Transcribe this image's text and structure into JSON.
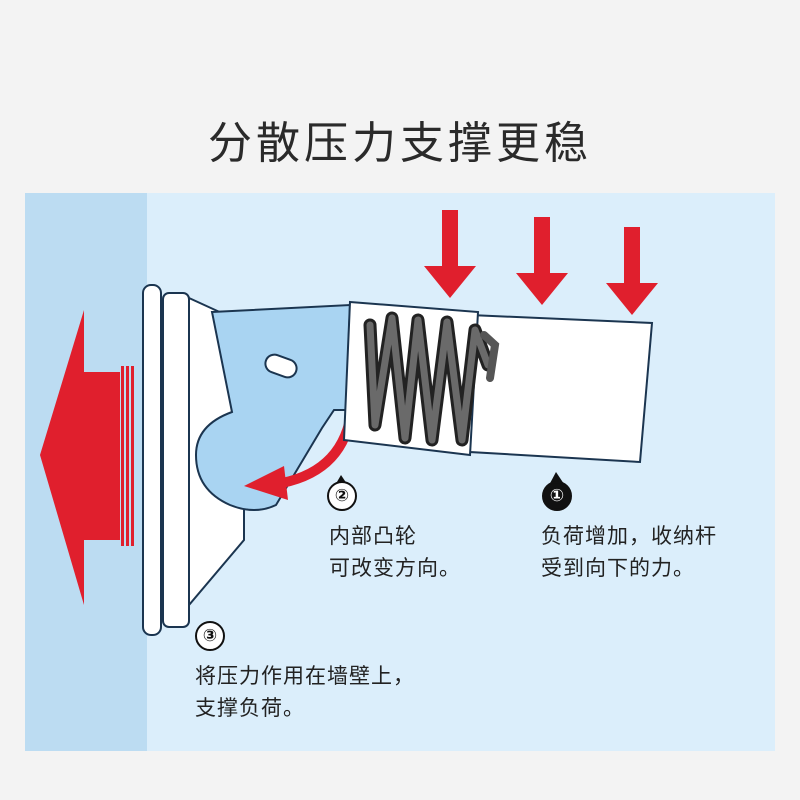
{
  "title": "分散压力支撑更稳",
  "annotations": [
    {
      "number": "①",
      "lines": [
        "负荷增加，收纳杆",
        "受到向下的力。"
      ]
    },
    {
      "number": "②",
      "lines": [
        "内部凸轮",
        "可改变方向。"
      ]
    },
    {
      "number": "③",
      "lines": [
        "将压力作用在墙壁上，",
        "支撑负荷。"
      ]
    }
  ],
  "colors": {
    "wall": "#bcdcf2",
    "panel": "#dbeefb",
    "arrow_red": "#e01f2d",
    "cam_blue": "#a9d4f2",
    "spring": "#4a4a4a"
  },
  "icons": [
    "down-arrow-icon",
    "left-arrow-icon",
    "curved-arrow-icon",
    "spring-icon"
  ]
}
